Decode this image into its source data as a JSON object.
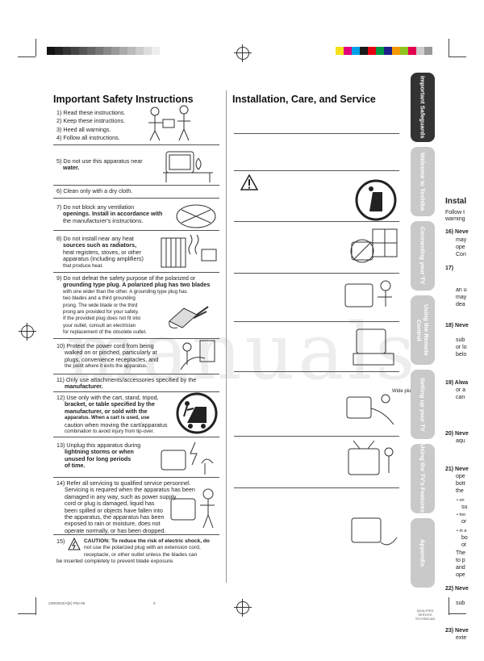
{
  "left": {
    "title": "Important Safety Instructions",
    "items": [
      {
        "t1": "1) Read these instructions.",
        "t2": "2) Keep these instructions.",
        "t3": "3) Heed all warnings.",
        "t4": "4) Follow all instructions."
      },
      {
        "t1": "5) Do not use this apparatus near",
        "t2": "water."
      },
      {
        "t1": "6) Clean only with a dry cloth."
      },
      {
        "t1": "7) Do not block any ventilation",
        "t2": "openings. Install in accordance with",
        "t3": "the manufacturer's instructions."
      },
      {
        "t1": "8) Do not install near any heat",
        "t2": "sources such as radiators,",
        "t3": "heat registers, stoves, or other",
        "t4": "apparatus (including amplifiers)",
        "t5": "that produce heat."
      },
      {
        "t1": "9) Do not defeat the safety purpose of the polarized or",
        "t2": "grounding type plug. A polarized plug has two blades",
        "t3": "with one wider than the other. A grounding type plug has",
        "t4": "two blades and a third grounding",
        "t5": "prong. The wide blade or the third",
        "t6": "prong are provided for your safety.",
        "t7": "If the provided plug does not fit into",
        "t8": "your outlet, consult an electrician",
        "t9": "for replacement of the obsolete outlet."
      },
      {
        "t1": "10) Protect the power cord from being",
        "t2": "walked on or pinched, particularly at",
        "t3": "plugs, convenience receptacles, and",
        "t4": "the point where it exits the apparatus."
      },
      {
        "t1": "11) Only use attachments/accessories specified by the",
        "t2": "manufacturer."
      },
      {
        "t1": "12) Use only with the cart, stand, tripod,",
        "t2": "bracket, or table specified by the",
        "t3": "manufacturer, or sold with the",
        "t4": "apparatus. When a cart is used, use",
        "t5": "caution when moving the cart/apparatus",
        "t6": "combination to avoid injury from tip-over."
      },
      {
        "t1": "13) Unplug this apparatus during",
        "t2": "lightning storms or when",
        "t3": "unused for long periods",
        "t4": "of time."
      },
      {
        "t1": "14) Refer all servicing to qualified service personnel.",
        "t2": "Servicing is required when the apparatus has been",
        "t3": "damaged in any way, such as power supply",
        "t4": "cord or plug is damaged, liquid has",
        "t5": "been spilled or objects have fallen into",
        "t6": "the apparatus, the apparatus has been",
        "t7": "exposed to rain or moisture, does not",
        "t8": "operate normally, or has been dropped."
      },
      {
        "t0": "15)",
        "t1": "CAUTION: To reduce the risk of electric shock, do",
        "t2": "not use the polarized plug with an extension cord,",
        "t3": "receptacle, or other outlet unless the blades can",
        "t4": "be inserted completely to prevent blade exposure."
      }
    ]
  },
  "middle": {
    "title": "Installation, Care, and Service",
    "wide_plug": "Wide plug"
  },
  "tabs": [
    "Important Safeguards",
    "Welcome to Toshiba",
    "Connecting your TV",
    "Using the Remote Control",
    "Setting up your TV",
    "Using the TV's Features",
    "Appendix"
  ],
  "edge": {
    "title": "Instal",
    "lines": [
      "Follow t",
      "warning",
      "16) Neve",
      "may",
      "ope",
      "Con",
      "17)",
      "an u",
      "may",
      "dea",
      "18) Neve",
      "sub",
      "or lo",
      "belo",
      "19) Alwa",
      "or a",
      "can",
      "20) Neve",
      "aqu",
      "21) Neve",
      "ope",
      "bott",
      "the",
      "• on",
      "su",
      "• too",
      "or",
      "• in a",
      "bo",
      "ot",
      "The",
      "to p",
      "and",
      "ope",
      "22) Neve",
      "sub",
      "23) Neve",
      "exte"
    ]
  },
  "footer": {
    "code": "23W3042/A(E) P02-06",
    "page": "3",
    "stamp": "QUALIFIED SERVICE TECHNICIAN"
  },
  "watermark": "manuals"
}
